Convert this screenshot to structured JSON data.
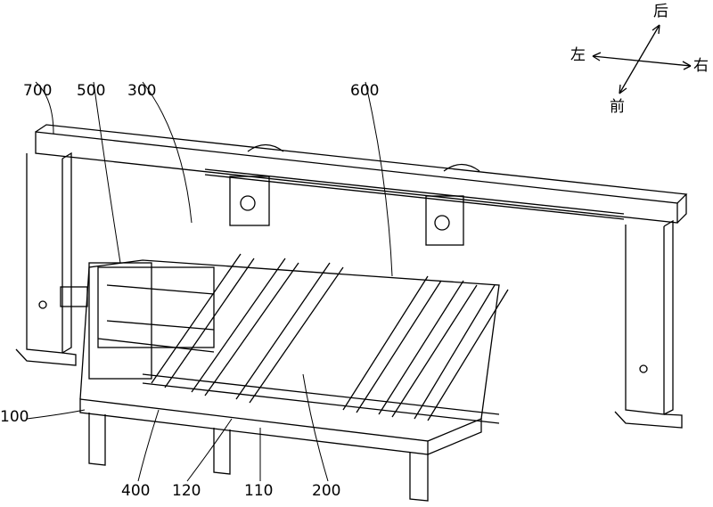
{
  "direction_compass": {
    "back": "后",
    "left": "左",
    "right": "右",
    "front": "前"
  },
  "reference_labels": {
    "l700": "700",
    "l500": "500",
    "l300": "300",
    "l600": "600",
    "l100": "100",
    "l400": "400",
    "l120": "120",
    "l110": "110",
    "l200": "200"
  }
}
